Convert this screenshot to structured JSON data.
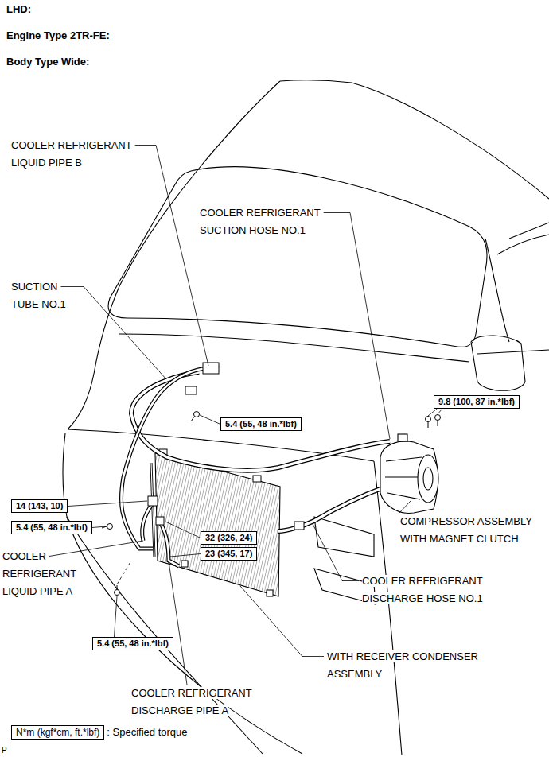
{
  "diagram": {
    "nodes": [
      {
        "text": [
          "9.8 (100, 87 in.*lbf)"
        ]
      },
      {
        "text": [
          "5.4 (55, 48 in.*lbf)"
        ]
      },
      {
        "text": [
          "14 (143, 10)"
        ]
      },
      {
        "text": [
          "5.4 (55, 48 in.*lbf)"
        ]
      },
      {
        "text": [
          "32 (326, 24)"
        ]
      },
      {
        "text": [
          "23 (345, 17)"
        ]
      },
      {
        "text": [
          "5.4 (55, 48 in.*lbf)"
        ]
      },
      {
        "text": [
          "N*m (kgf*cm, ft.*lbf)"
        ]
      }
    ],
    "labels": [
      "LHD:",
      "Engine Type 2TR-FE:",
      "Body Type Wide:",
      "COOLER REFRIGERANT LIQUID PIPE B",
      "COOLER REFRIGERANT SUCTION HOSE NO.1",
      "SUCTION TUBE NO.1",
      "COMPRESSOR ASSEMBLY WITH MAGNET CLUTCH",
      "COOLER REFRIGERANT LIQUID PIPE A",
      "COOLER REFRIGERANT DISCHARGE HOSE NO.1",
      "WITH RECEIVER CONDENSER ASSEMBLY",
      "COOLER REFRIGERANT DISCHARGE PIPE A",
      "P"
    ],
    "legend": [
      {
        "text": ": Specified torque"
      }
    ]
  }
}
